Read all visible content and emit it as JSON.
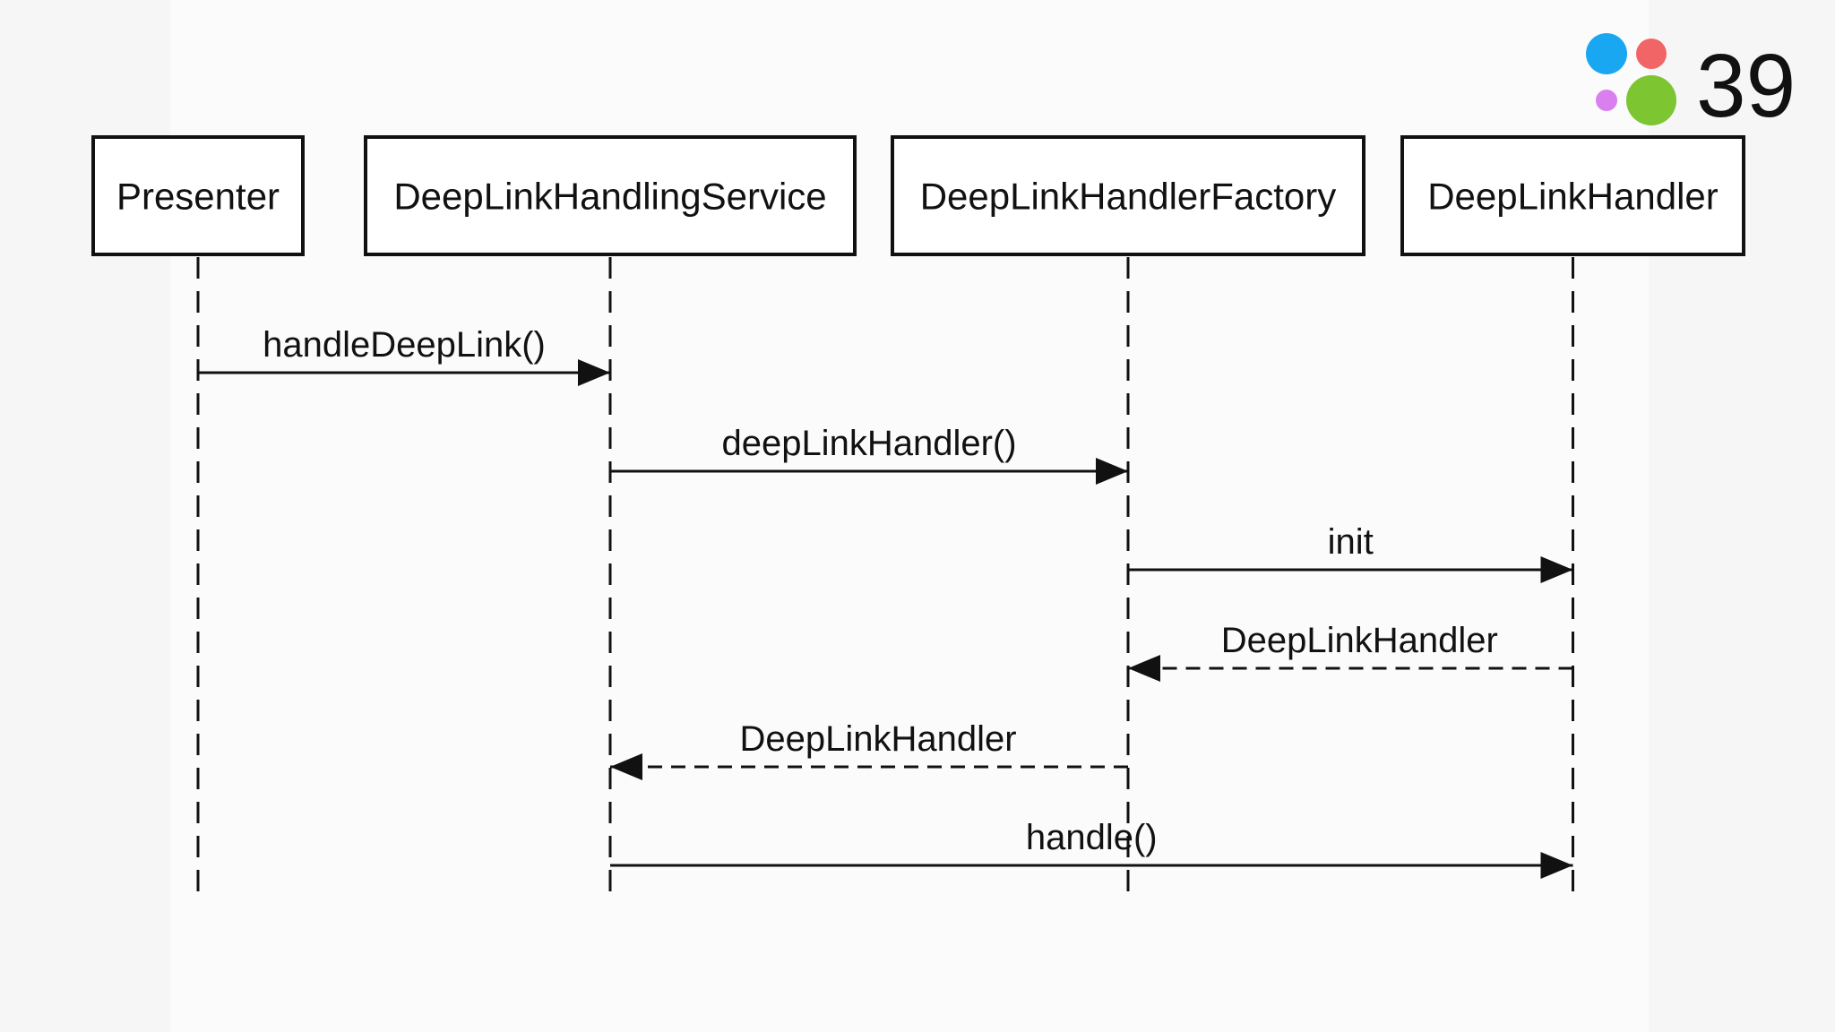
{
  "slide": {
    "page_number": "39",
    "logo_colors": {
      "blue": "#1aa7f2",
      "red": "#f26566",
      "purple": "#d97ff0",
      "green": "#7dc531"
    }
  },
  "diagram": {
    "type": "sequence",
    "line_color": "#111111",
    "participants": [
      {
        "id": "presenter",
        "label": "Presenter"
      },
      {
        "id": "service",
        "label": "DeepLinkHandlingService"
      },
      {
        "id": "factory",
        "label": "DeepLinkHandlerFactory"
      },
      {
        "id": "handler",
        "label": "DeepLinkHandler"
      }
    ],
    "messages": [
      {
        "from": "presenter",
        "to": "service",
        "label": "handleDeepLink()",
        "style": "call"
      },
      {
        "from": "service",
        "to": "factory",
        "label": "deepLinkHandler()",
        "style": "call"
      },
      {
        "from": "factory",
        "to": "handler",
        "label": "init",
        "style": "call"
      },
      {
        "from": "handler",
        "to": "factory",
        "label": "DeepLinkHandler",
        "style": "return"
      },
      {
        "from": "factory",
        "to": "service",
        "label": "DeepLinkHandler",
        "style": "return"
      },
      {
        "from": "service",
        "to": "handler",
        "label": "handle()",
        "style": "call"
      }
    ]
  }
}
